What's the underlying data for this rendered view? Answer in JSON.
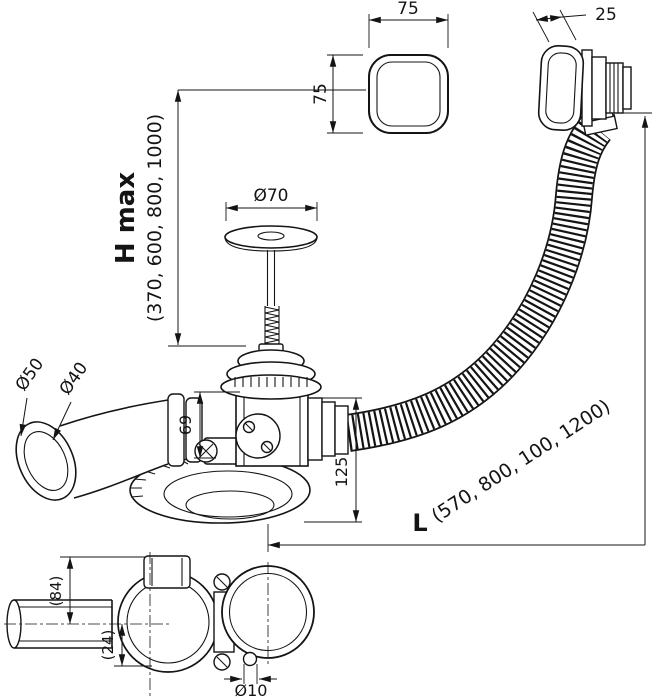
{
  "drawing": {
    "type": "technical-line-drawing",
    "subject": "bath waste, overflow and filling set with flexible hose - dimensioned views",
    "line_color": "#141414",
    "background_color": "#ffffff"
  },
  "labels": {
    "knob_width": "75",
    "knob_height": "75",
    "cap_depth": "25",
    "plug_diameter": "Ø70",
    "h_max": "H max",
    "h_max_values": "(370, 600, 800, 1000)",
    "outlet_outer_diameter": "Ø50",
    "outlet_inner_diameter": "Ø40",
    "body_height": "69",
    "drop_height": "125",
    "length_label": "L",
    "length_values": "(570, 800, 100, 1200)",
    "bottom_height": "(84)",
    "bottom_offset": "(24)",
    "hole_diameter": "Ø10"
  }
}
